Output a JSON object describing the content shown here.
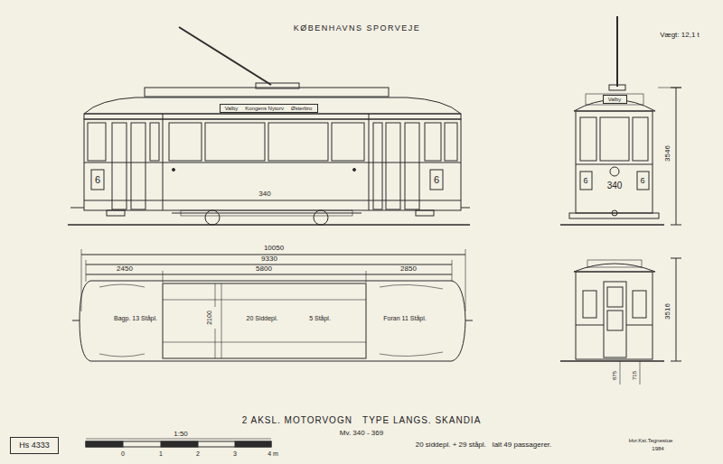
{
  "diagram": {
    "title": "KØBENHAVNS SPORVEJE",
    "caption": "2 AKSL. MOTORVOGN   TYPE LANGS. SKANDIA",
    "nodes": [
      {
        "text": [
          "Hs 4333"
        ]
      },
      {
        "text": [
          "Valby",
          "Kongens Nytorv",
          "Østerbro"
        ]
      },
      {
        "text": [
          "Valby"
        ]
      }
    ],
    "labels": [
      "10050",
      "9330",
      "2450",
      "5800",
      "2850",
      "2100",
      "Bagp. 13 Ståpl.",
      "20 Siddepl.",
      "5 Ståpl.",
      "Foran 11 Ståpl.",
      "340",
      "6",
      "6",
      "340",
      "6",
      "6",
      "3546",
      "3516",
      "875",
      "715",
      "Mv. 340 - 369",
      "20 siddepl. + 29 ståpl.   Ialt 49 passagerer.",
      "1:50",
      "0",
      "1",
      "2",
      "3",
      "4 m",
      "Hvr.Kst.Tegnestue",
      "1984",
      "Vægt: 12,1 t"
    ]
  }
}
